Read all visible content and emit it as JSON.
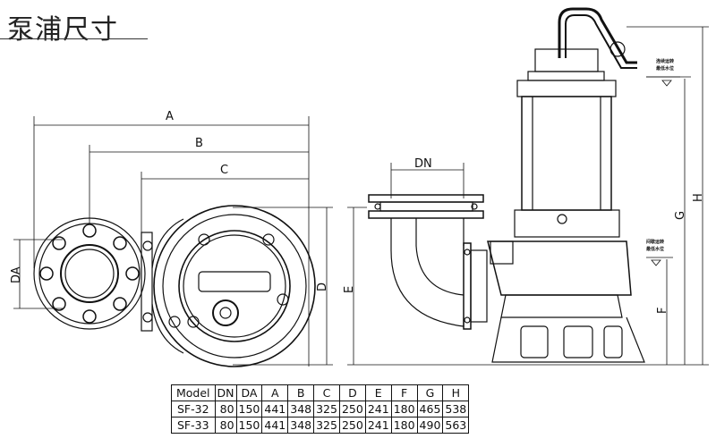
{
  "title": "泵浦尺寸",
  "dimension_labels": {
    "A": "A",
    "B": "B",
    "C": "C",
    "D": "D",
    "DA": "DA",
    "DN": "DN",
    "E": "E",
    "F": "F",
    "G": "G",
    "H": "H"
  },
  "water_levels": {
    "upper": [
      "连续运转",
      "最低水位"
    ],
    "lower": [
      "间歇运转",
      "最低水位"
    ]
  },
  "table": {
    "headers": [
      "Model",
      "DN",
      "DA",
      "A",
      "B",
      "C",
      "D",
      "E",
      "F",
      "G",
      "H"
    ],
    "rows": [
      [
        "SF-32",
        "80",
        "150",
        "441",
        "348",
        "325",
        "250",
        "241",
        "180",
        "465",
        "538"
      ],
      [
        "SF-33",
        "80",
        "150",
        "441",
        "348",
        "325",
        "250",
        "241",
        "180",
        "490",
        "563"
      ]
    ]
  }
}
